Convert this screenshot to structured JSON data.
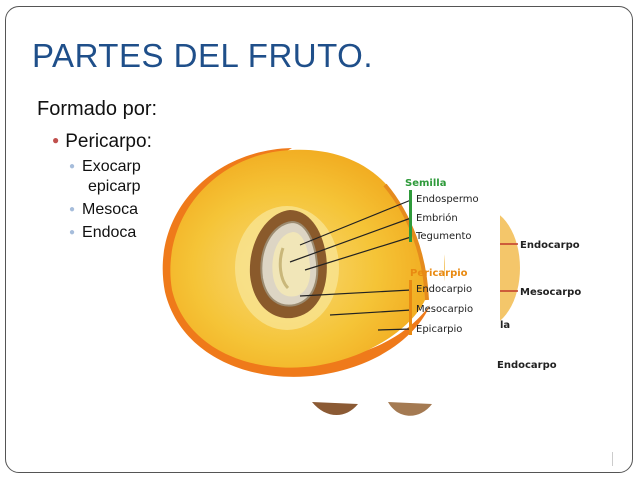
{
  "slide": {
    "title": "PARTES DEL FRUTO.",
    "subtitle": "Formado por:",
    "bullet_main": "Pericarpo:",
    "sub_bullets": [
      "Exocarp",
      "epicarp",
      "Mesoca",
      "Endoca"
    ]
  },
  "diagram": {
    "semilla_header": "Semilla",
    "semilla_parts": [
      "Endospermo",
      "Embrión",
      "Tegumento"
    ],
    "pericarpio_header": "Pericarpio",
    "pericarpio_parts": [
      "Endocarpio",
      "Mesocarpio",
      "Epicarpio"
    ],
    "right_labels": [
      "Endocarpo",
      "Mesocarpo",
      "la",
      "Endocarpo"
    ],
    "colors": {
      "semilla": "#2e9a3a",
      "pericarpio": "#e98a12",
      "right_label_line": "#c0392b",
      "text": "#222222",
      "accent_title": "#1f4f8a"
    }
  }
}
